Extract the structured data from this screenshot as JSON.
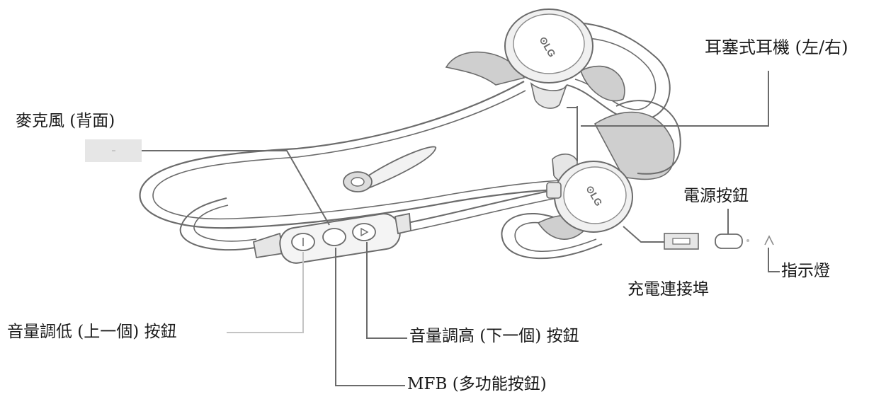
{
  "colors": {
    "line": "#6b6b6b",
    "leader": "#8a8a8a",
    "leader_light": "#c4c4c4",
    "fill_band": "#e6e6e6",
    "fill_wing": "#cfcfcf",
    "text": "#1a1a1a"
  },
  "labels": {
    "earbuds": "耳塞式耳機 (左/右)",
    "microphone": "麥克風 (背面)",
    "power_button": "電源按鈕",
    "charging_port": "充電連接埠",
    "indicator": "指示燈",
    "volume_down": "音量調低 (上一個) 按鈕",
    "volume_up": "音量調高 (下一個) 按鈕",
    "mfb": "MFB (多功能按鈕)"
  },
  "logo_text": "LG"
}
